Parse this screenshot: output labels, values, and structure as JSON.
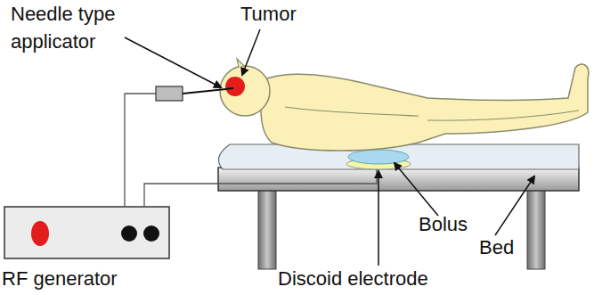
{
  "diagram": {
    "labels": [
      "Needle type applicator",
      "Tumor",
      "Bolus",
      "Bed",
      "RF generator",
      "Discoid electrode"
    ]
  }
}
